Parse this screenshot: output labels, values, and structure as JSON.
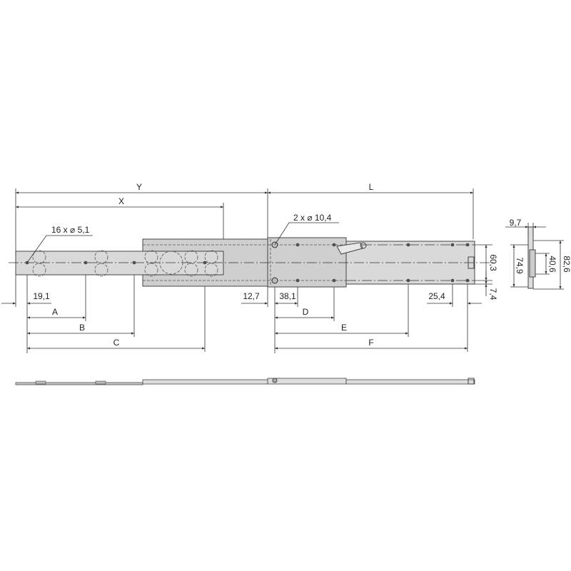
{
  "dimensions": {
    "Y": "Y",
    "L": "L",
    "X": "X",
    "A": "A",
    "B": "B",
    "C": "C",
    "D": "D",
    "E": "E",
    "F": "F",
    "d19_1": "19,1",
    "d12_7": "12,7",
    "d38_1": "38,1",
    "d25_4": "25,4",
    "d60_3": "60,3",
    "d7_4": "7,4",
    "d9_7": "9,7",
    "d74_9": "74,9",
    "d40_6": "40,6",
    "d82_6": "82,6"
  },
  "callouts": {
    "small_holes": "16 x ⌀ 5,1",
    "large_holes": "2 x ⌀ 10,4"
  }
}
